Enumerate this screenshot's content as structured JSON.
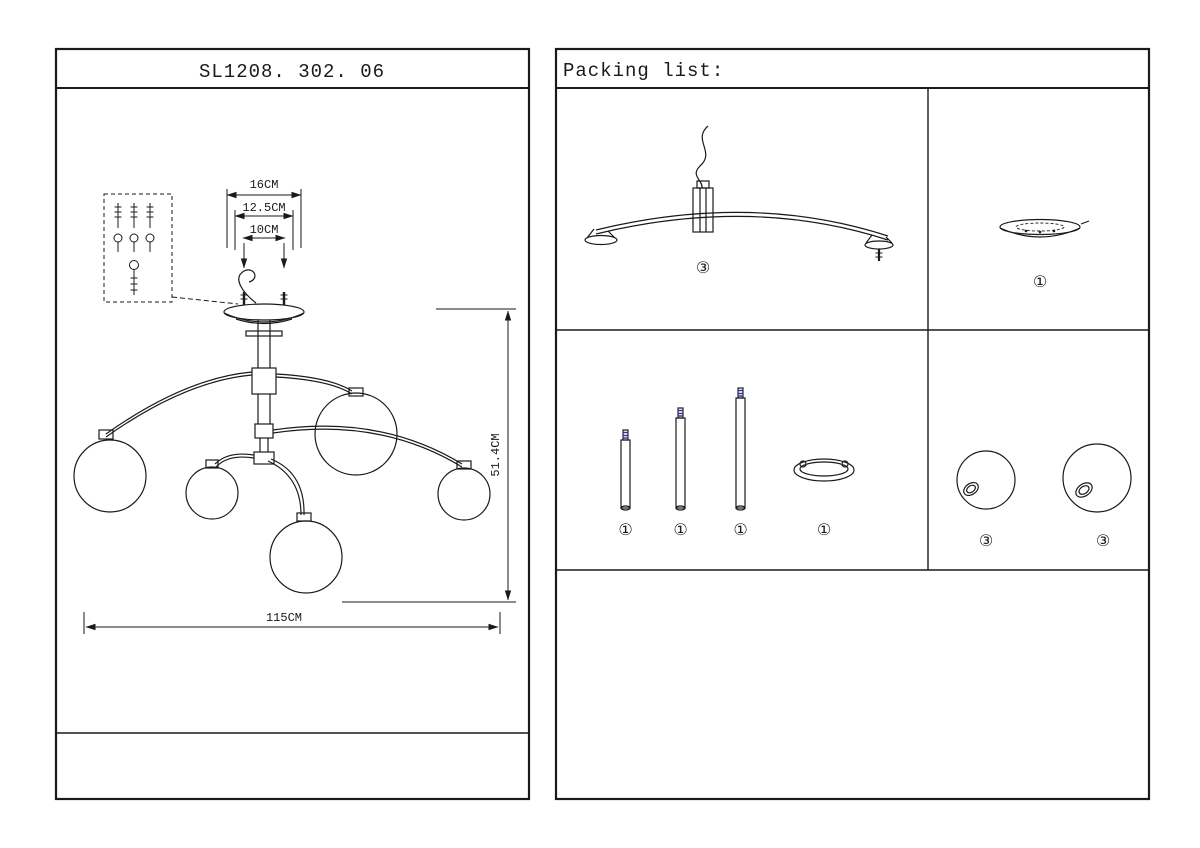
{
  "colors": {
    "line": "#1a1a1a",
    "rod_tip_blue": "#2e3192",
    "background": "#ffffff"
  },
  "left_panel": {
    "title": "SL1208. 302. 06",
    "dimensions": {
      "canopy_outer_width": "16CM",
      "canopy_middle_width": "12.5CM",
      "canopy_inner_width": "10CM",
      "fixture_height": "51.4CM",
      "fixture_width": "115CM"
    }
  },
  "right_panel": {
    "title": "Packing list:",
    "items": [
      {
        "part": "curved-arm-assembly",
        "qty_badge": "③"
      },
      {
        "part": "ceiling-canopy",
        "qty_badge": "①"
      },
      {
        "part": "rod-short",
        "qty_badge": "①"
      },
      {
        "part": "rod-medium",
        "qty_badge": "①"
      },
      {
        "part": "rod-long",
        "qty_badge": "①"
      },
      {
        "part": "mounting-ring",
        "qty_badge": "①"
      },
      {
        "part": "glass-globe-small",
        "qty_badge": "③"
      },
      {
        "part": "glass-globe-large",
        "qty_badge": "③"
      }
    ]
  }
}
